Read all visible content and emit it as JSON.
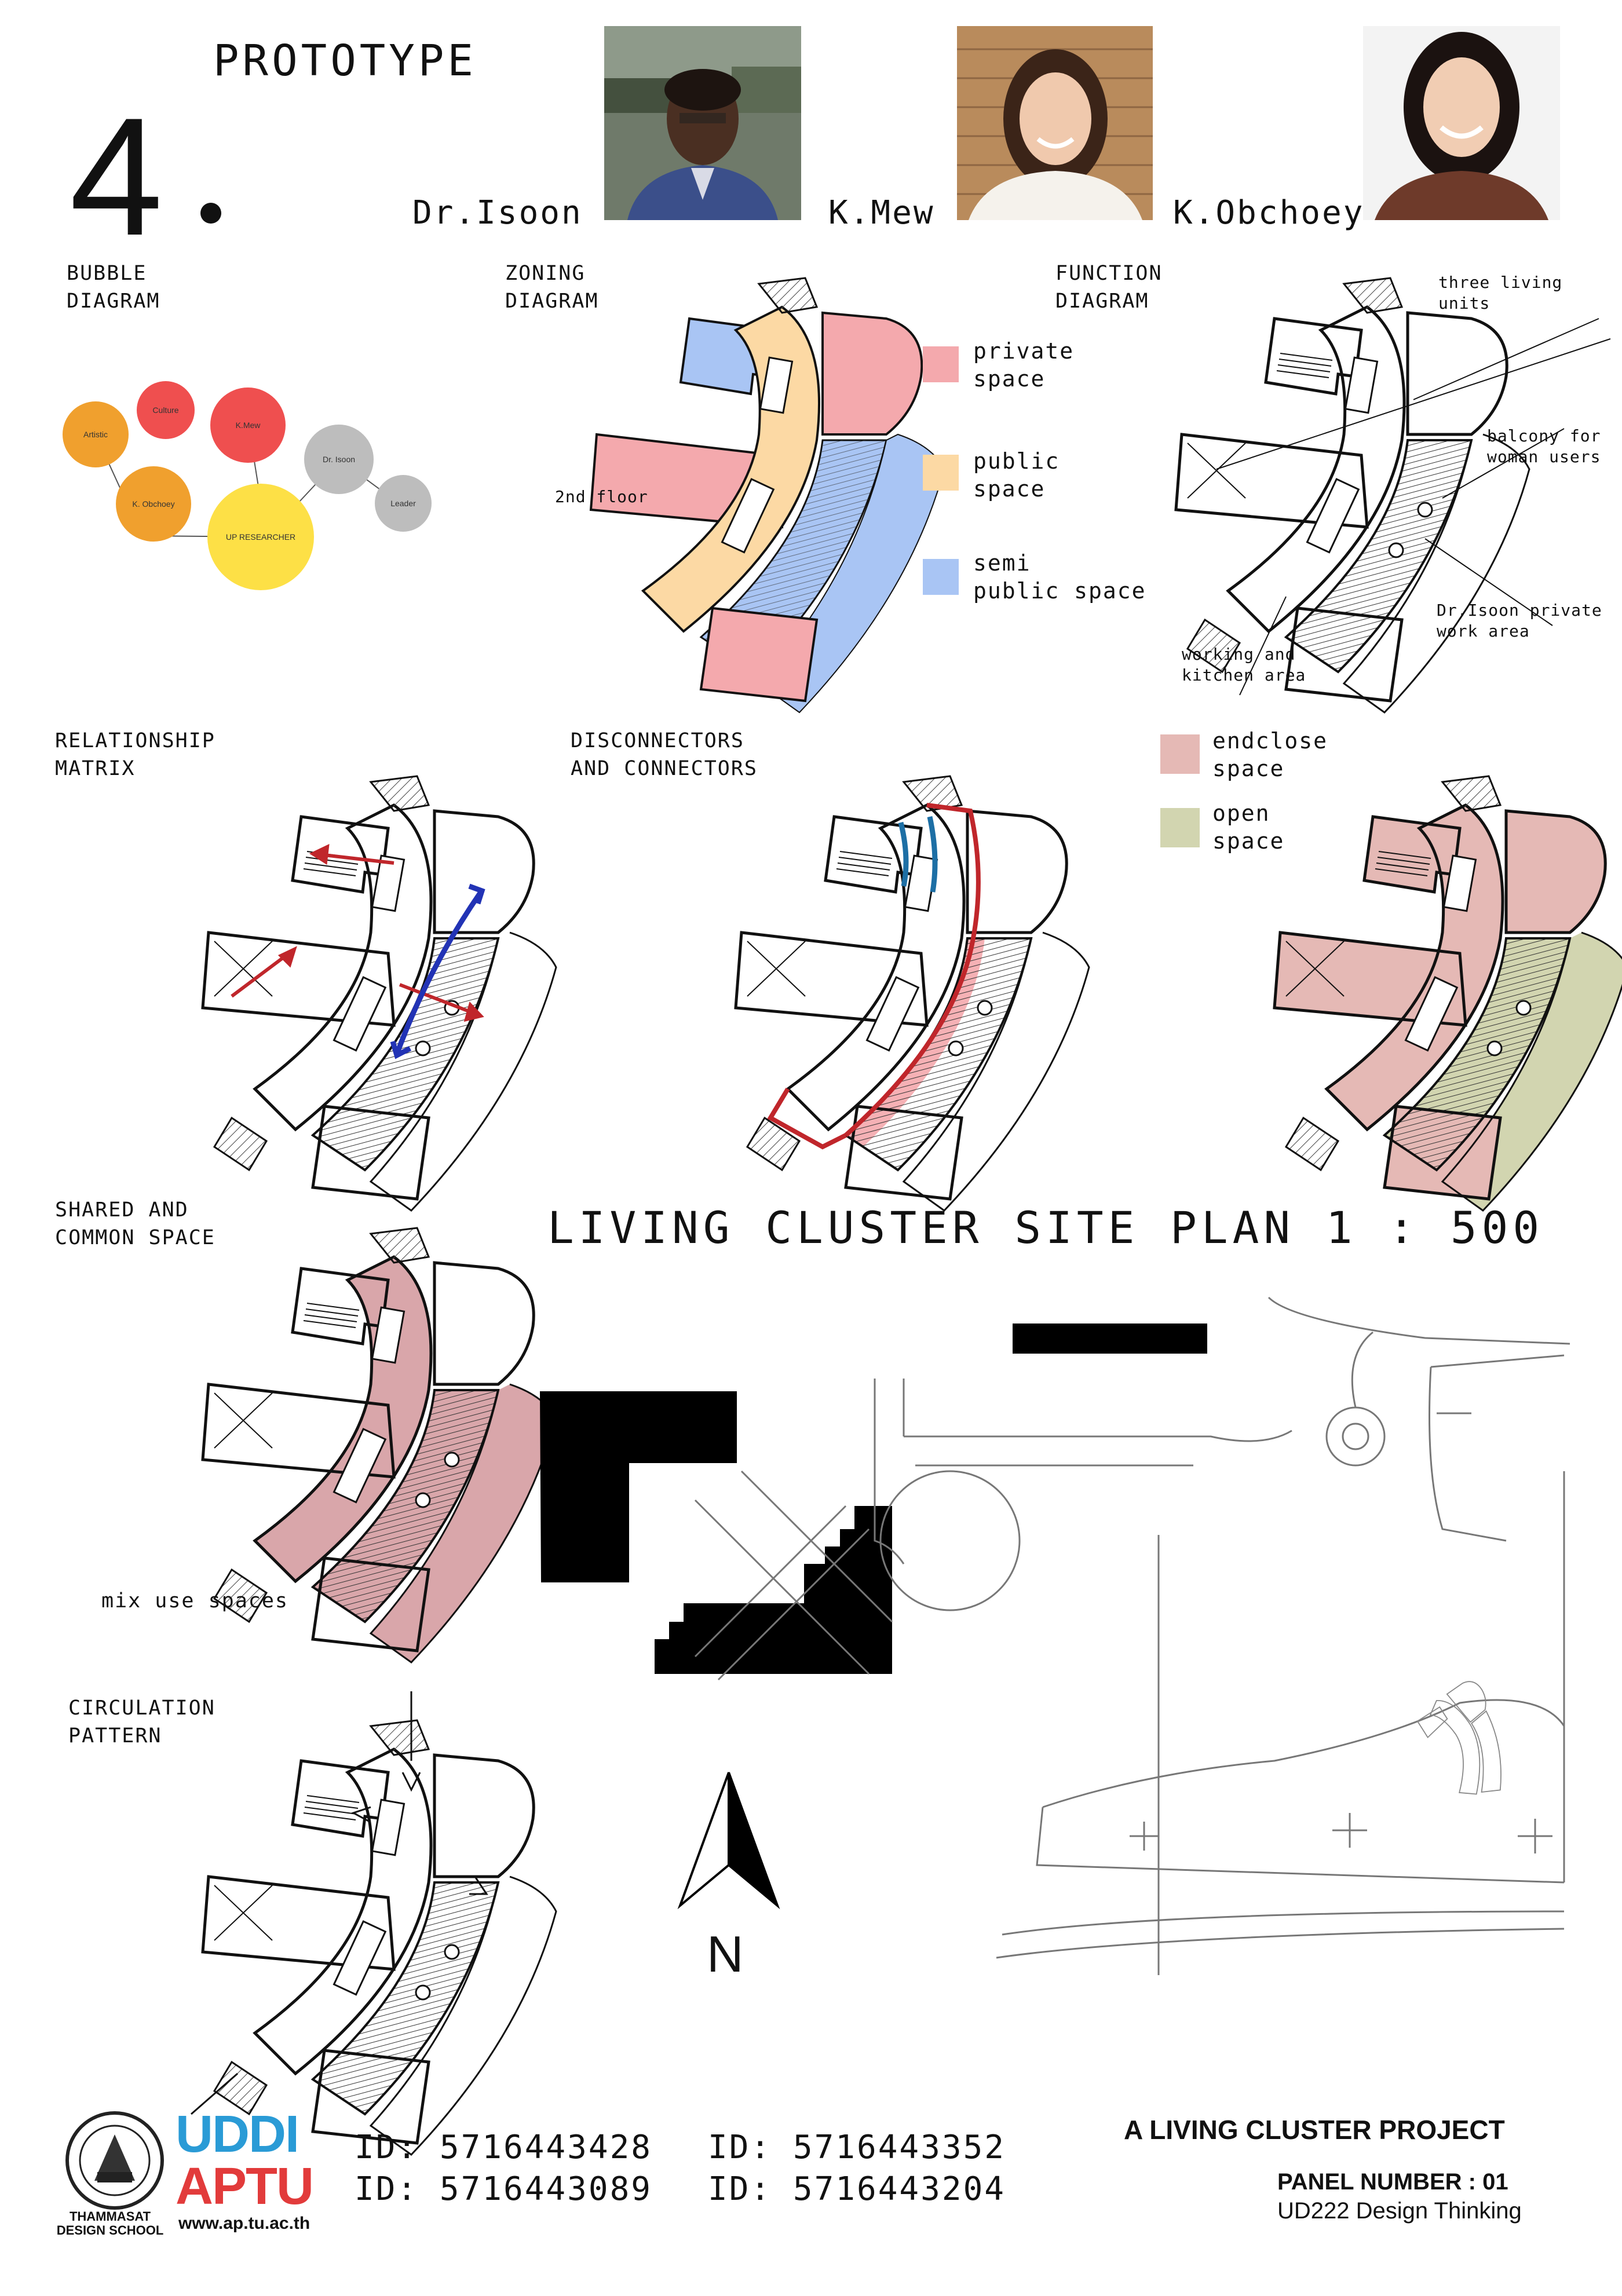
{
  "header": {
    "title": "PROTOTYPE",
    "number": "4",
    "members": [
      {
        "name": "Dr.Isoon"
      },
      {
        "name": "K.Mew"
      },
      {
        "name": "K.Obchoey"
      }
    ]
  },
  "bubble": {
    "label": "BUBBLE\nDIAGRAM",
    "nodes": [
      {
        "text": "Artistic",
        "color": "#f0a02e"
      },
      {
        "text": "Culture",
        "color": "#ef4f4f"
      },
      {
        "text": "K.Mew",
        "color": "#ef4f4f"
      },
      {
        "text": "K. Obchoey",
        "color": "#f0a02e"
      },
      {
        "text": "UP RESEARCHER",
        "color": "#fde046"
      },
      {
        "text": "Dr. Isoon",
        "color": "#bdbdbd"
      },
      {
        "text": "Leader",
        "color": "#bdbdbd"
      }
    ]
  },
  "zoning": {
    "label": "ZONING\nDIAGRAM",
    "floor_note": "2nd floor",
    "legend": [
      {
        "text": "private\nspace",
        "color": "#f4a9ad"
      },
      {
        "text": "public\nspace",
        "color": "#fcd9a4"
      },
      {
        "text": "semi\npublic space",
        "color": "#a9c5f4"
      }
    ]
  },
  "function": {
    "label": "FUNCTION\nDIAGRAM",
    "notes": [
      {
        "text": "three living units"
      },
      {
        "text": "balcony for\nwoman users"
      },
      {
        "text": "Dr.Isoon private\nwork area"
      },
      {
        "text": "working and\nkitchen area"
      }
    ]
  },
  "relationship": {
    "label": "RELATIONSHIP\nMATRIX"
  },
  "connectors": {
    "label": "DISCONNECTORS\nAND CONNECTORS"
  },
  "enclosure": {
    "legend": [
      {
        "text": "endclose\nspace",
        "color": "#e5b9b5"
      },
      {
        "text": "open\nspace",
        "color": "#d2d5b0"
      }
    ]
  },
  "shared": {
    "label": "SHARED AND\nCOMMON SPACE",
    "note": "mix use spaces"
  },
  "circulation": {
    "label": "CIRCULATION\nPATTERN"
  },
  "siteplan": {
    "title": "LIVING CLUSTER SITE PLAN 1 : 500",
    "north": "N"
  },
  "footer": {
    "school": "THAMMASAT\nDESIGN SCHOOL",
    "brand_top": "UDDI",
    "brand_bottom": "APTU",
    "website": "www.ap.tu.ac.th",
    "ids": [
      "ID: 5716443428",
      "ID: 5716443352",
      "ID: 5716443089",
      "ID: 5716443204"
    ],
    "project": "A LIVING CLUSTER PROJECT",
    "panel": "PANEL NUMBER : 01",
    "course": "UD222 Design Thinking"
  },
  "colors": {
    "private": "#f4a9ad",
    "public": "#fcd9a4",
    "semi": "#a9c5f4",
    "enclosed": "#e5b9b5",
    "open": "#d2d5b0",
    "shared": "#d9a6aa",
    "arrow_red": "#c0262b",
    "arrow_blue": "#2233b5",
    "brand_blue": "#2a9bd6",
    "brand_red": "#e23b3b"
  }
}
